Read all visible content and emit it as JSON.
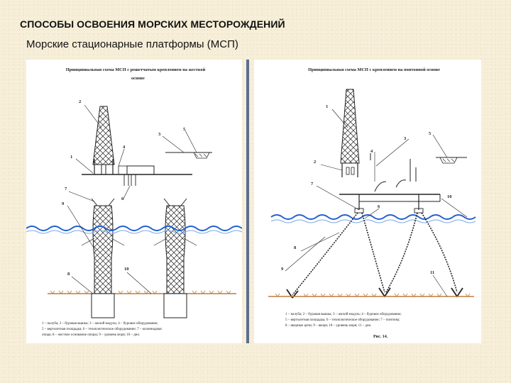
{
  "slide": {
    "title": "СПОСОБЫ ОСВОЕНИЯ МОРСКИХ МЕСТОРОЖДЕНИЙ",
    "subtitle": "Морские стационарные платформы (МСП)"
  },
  "left_panel": {
    "title_line1": "Принципиальная схема МСП с решетчатым креплением на жесткой",
    "title_line2": "основе",
    "labels": [
      "2",
      "3",
      "5",
      "4",
      "1",
      "7",
      "6",
      "9",
      "8",
      "10"
    ],
    "caption_lines": [
      "1 – палуба; 2 – буровая вышка; 3 – жилой модуль; 4 – буровое оборудование;",
      "5 – вертолетная площадка; 6 – технологическое оборудование; 7 – колоннадная",
      "опора; 8 – жесткое основание опоры; 9 – уровень моря; 10 – дно."
    ]
  },
  "right_panel": {
    "title": "Принципиальная схема МСП с креплением на понтонной основе",
    "labels": [
      "1",
      "3",
      "5",
      "4",
      "2",
      "7",
      "10",
      "6",
      "8",
      "9",
      "11"
    ],
    "caption_lines": [
      "1 – палуба; 2 – буровая вышка; 3 – жилой модуль; 4 – буровое оборудование;",
      "5 – вертолетная площадка; 6 – технологическое оборудование; 7 – понтоны;",
      "8 – якорные цепи; 9 – якоря; 10 – уровень моря; 11 – дно."
    ],
    "figure": "Рис. 14."
  },
  "colors": {
    "background": "#f7efd9",
    "divider": "#5b6f8f",
    "water": "#1f5fd0",
    "seabed": "#c07b3a"
  }
}
